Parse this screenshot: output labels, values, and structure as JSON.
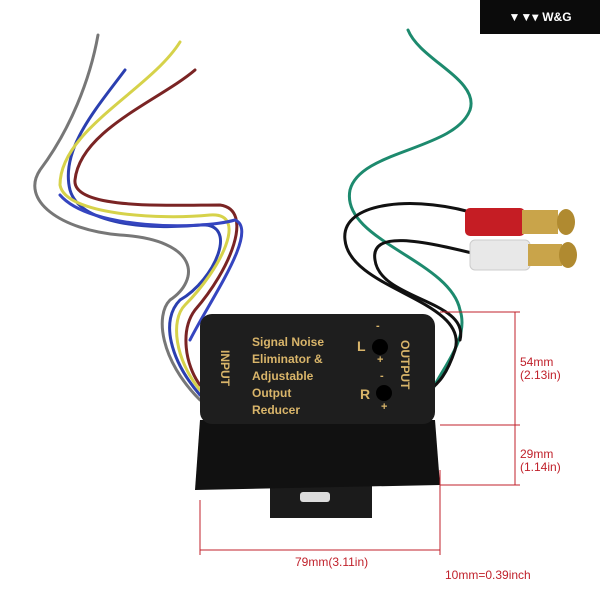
{
  "brand": {
    "name": "W&G",
    "icon": "wave-logo-icon"
  },
  "device": {
    "label_lines": [
      "Signal Noise",
      "Eliminator &",
      "Adjustable",
      "Output",
      "Reducer"
    ],
    "input_label": "INPUT",
    "output_label": "OUTPUT",
    "left_channel": "L",
    "right_channel": "R",
    "minus": "-",
    "plus": "+"
  },
  "dimensions": {
    "height": {
      "mm": "54mm",
      "in": "(2.13in)"
    },
    "depth": {
      "mm": "29mm",
      "in": "(1.14in)"
    },
    "width": "79mm(3.11in)",
    "conversion": "10mm=0.39inch"
  },
  "colors": {
    "dimension": "#c0212b",
    "text": "#d9b56a",
    "box": "#1b1b1b"
  }
}
